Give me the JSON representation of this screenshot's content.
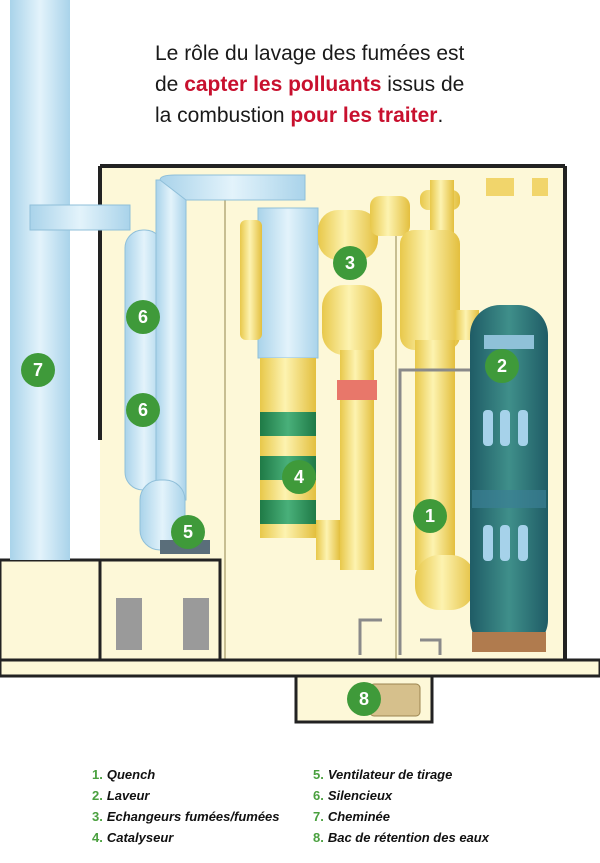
{
  "title": {
    "line1": "Le rôle du lavage des fumées est",
    "line2_a": "de ",
    "line2_highlight": "capter les polluants",
    "line2_b": " issus de",
    "line3_a": "la combustion ",
    "line3_highlight": "pour les traiter",
    "line3_b": "."
  },
  "badges": [
    "1",
    "2",
    "3",
    "4",
    "5",
    "6",
    "6",
    "7",
    "8"
  ],
  "legend": {
    "left": [
      {
        "num": "1.",
        "label": "Quench"
      },
      {
        "num": "2.",
        "label": "Laveur"
      },
      {
        "num": "3.",
        "label": "Echangeurs fumées/fumées"
      },
      {
        "num": "4.",
        "label": "Catalyseur"
      }
    ],
    "right": [
      {
        "num": "5.",
        "label": "Ventilateur de tirage"
      },
      {
        "num": "6.",
        "label": "Silencieux"
      },
      {
        "num": "7.",
        "label": "Cheminée"
      },
      {
        "num": "8.",
        "label": "Bac de rétention des eaux"
      }
    ]
  },
  "colors": {
    "highlight": "#c8102e",
    "badge": "#3f9a3a",
    "stack": "#c9e6f4",
    "duct_yellow": "#f6e27a",
    "room_bg": "#fdf8d8",
    "catalyst_green": "#2e8b57",
    "scrubber": "#2f7a78"
  }
}
